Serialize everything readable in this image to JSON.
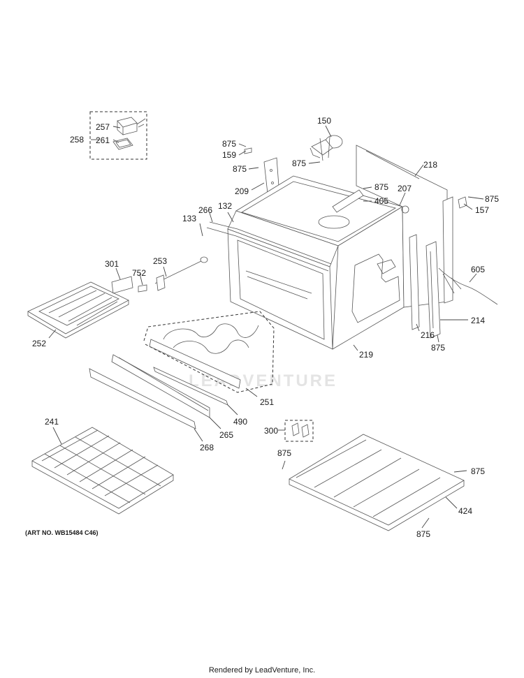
{
  "watermark": "LEADVENTURE",
  "art_number": "(ART NO. WB15484 C46)",
  "credit": "Rendered by LeadVenture, Inc.",
  "labels": [
    "257",
    "258",
    "261",
    "150",
    "875",
    "159",
    "875",
    "875",
    "209",
    "875",
    "405",
    "207",
    "218",
    "875",
    "157",
    "266",
    "132",
    "133",
    "301",
    "752",
    "253",
    "605",
    "252",
    "214",
    "216",
    "875",
    "219",
    "251",
    "490",
    "265",
    "268",
    "241",
    "300",
    "875",
    "875",
    "424",
    "875"
  ]
}
